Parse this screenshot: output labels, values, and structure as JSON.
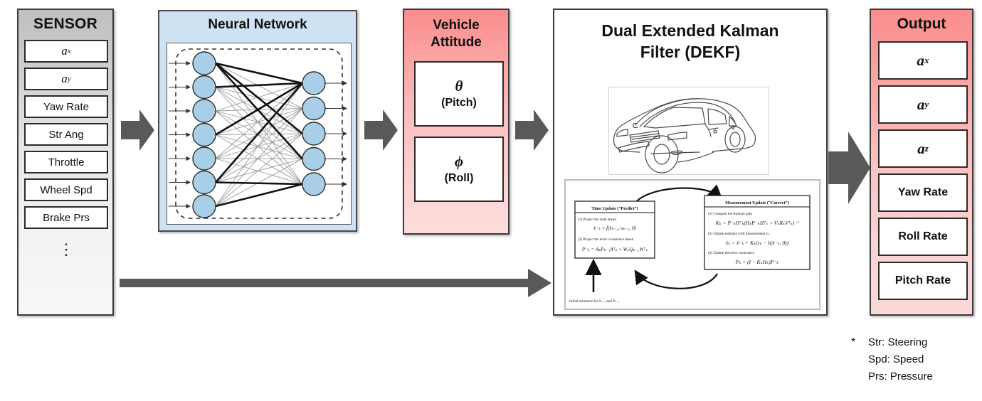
{
  "sensor": {
    "title": "SENSOR",
    "items": [
      {
        "label": "a",
        "sub": "x",
        "math": true
      },
      {
        "label": "a",
        "sub": "y",
        "math": true
      },
      {
        "label": "Yaw Rate",
        "math": false
      },
      {
        "label": "Str Ang",
        "math": false
      },
      {
        "label": "Throttle",
        "math": false
      },
      {
        "label": "Wheel Spd",
        "math": false
      },
      {
        "label": "Brake Prs",
        "math": false
      }
    ],
    "ellipsis": "⋮"
  },
  "neural_network": {
    "title": "Neural Network",
    "input_nodes": 7,
    "output_nodes": 5,
    "node_color": "#a8cee8",
    "node_stroke": "#2b2b2b",
    "panel_color": "#cfe2f3"
  },
  "vehicle_attitude": {
    "title": "Vehicle Attitude",
    "title_line1": "Vehicle",
    "title_line2": "Attitude",
    "boxes": [
      {
        "symbol": "θ",
        "name": "(Pitch)"
      },
      {
        "symbol": "ϕ",
        "name": "(Roll)"
      }
    ],
    "header_color": "#fa8d8d"
  },
  "dekf": {
    "title": "Dual Extended Kalman Filter (DEKF)",
    "title_line1": "Dual Extended Kalman",
    "title_line2": "Filter (DEKF)",
    "car_image": "car-line-drawing",
    "kalman_diagram": {
      "time_update": {
        "header": "Time Update (“Predict”)",
        "step1_label": "(1) Project the state ahead",
        "step1_formula": "x̂⁻ₖ = f(x̂ₖ₋₁, uₖ₋₁, 0)",
        "step2_label": "(2) Project the error covariance ahead",
        "step2_formula": "P⁻ₖ = AₖPₖ₋₁Aᵀₖ + WₖQₖ₋₁Wᵀₖ"
      },
      "measurement_update": {
        "header": "Measurement Update (“Correct”)",
        "step1_label": "(1) Compute the Kalman gain",
        "step1_formula": "Kₖ = P⁻ₖHᵀₖ(HₖP⁻ₖHᵀₖ + VₖRₖVᵀₖ)⁻¹",
        "step2_label": "(2) Update estimate with measurement zₖ",
        "step2_formula": "x̂ₖ = x̂⁻ₖ + Kₖ(zₖ − h(x̂⁻ₖ, 0))",
        "step3_label": "(3) Update the error covariance",
        "step3_formula": "Pₖ = (I − KₖHₖ)P⁻ₖ"
      },
      "initial_note": "Initial estimates for x̂ₖ₋₁ and Pₖ₋₁"
    }
  },
  "output": {
    "title": "Output",
    "items": [
      {
        "label": "a",
        "sub": "x",
        "math": true
      },
      {
        "label": "a",
        "sub": "y",
        "math": true
      },
      {
        "label": "a",
        "sub": "z",
        "math": true
      },
      {
        "label": "Yaw Rate",
        "math": false
      },
      {
        "label": "Roll Rate",
        "math": false
      },
      {
        "label": "Pitch Rate",
        "math": false
      }
    ],
    "header_color": "#fa8d8d"
  },
  "legend": {
    "marker": "*",
    "lines": [
      "Str: Steering",
      "Spd: Speed",
      "Prs: Pressure"
    ]
  },
  "arrows": {
    "color": "#595959",
    "count": 4,
    "bypass_label": "sensor-to-dekf-bypass"
  }
}
